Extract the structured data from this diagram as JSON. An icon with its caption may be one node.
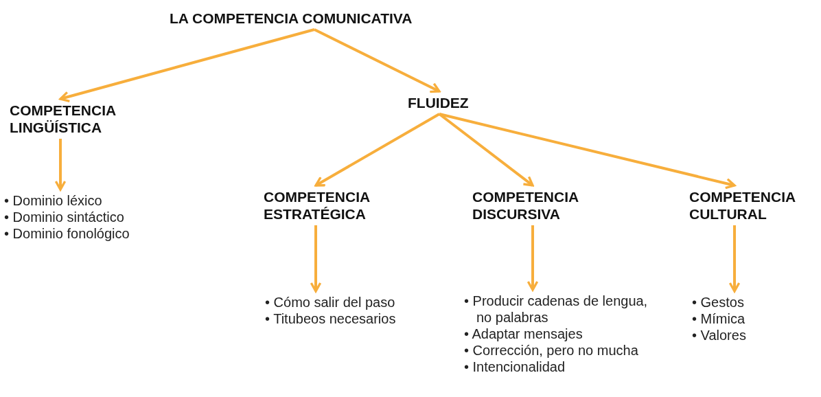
{
  "diagram": {
    "nodes": [
      {
        "text": [
          "LA COMPETENCIA COMUNICATIVA"
        ]
      },
      {
        "text": [
          "COMPETENCIA LINGÜÍSTICA"
        ]
      },
      {
        "text": [
          "FLUIDEZ"
        ]
      },
      {
        "text": [
          "• Dominio léxico",
          "• Dominio sintáctico",
          "• Dominio fonológico"
        ]
      },
      {
        "text": [
          "COMPETENCIA ESTRATÉGICA"
        ]
      },
      {
        "text": [
          "COMPETENCIA DISCURSIVA"
        ]
      },
      {
        "text": [
          "COMPETENCIA CULTURAL"
        ]
      },
      {
        "text": [
          "• Cómo salir del paso",
          "• Titubeos necesarios"
        ]
      },
      {
        "text": [
          "• Producir cadenas de lengua, no palabras",
          "• Adaptar mensajes",
          "• Corrección, pero no mucha",
          "• Intencionalidad"
        ]
      },
      {
        "text": [
          "• Gestos",
          "• Mímica",
          "• Valores"
        ]
      }
    ],
    "edges": [
      {
        "from": 0,
        "to": 1,
        "arrow": "to"
      },
      {
        "from": 0,
        "to": 2,
        "arrow": "to"
      },
      {
        "from": 1,
        "to": 3,
        "arrow": "to"
      },
      {
        "from": 2,
        "to": 4,
        "arrow": "to"
      },
      {
        "from": 2,
        "to": 5,
        "arrow": "to"
      },
      {
        "from": 2,
        "to": 6,
        "arrow": "to"
      },
      {
        "from": 4,
        "to": 7,
        "arrow": "to"
      },
      {
        "from": 5,
        "to": 8,
        "arrow": "to"
      },
      {
        "from": 6,
        "to": 9,
        "arrow": "to"
      }
    ]
  }
}
